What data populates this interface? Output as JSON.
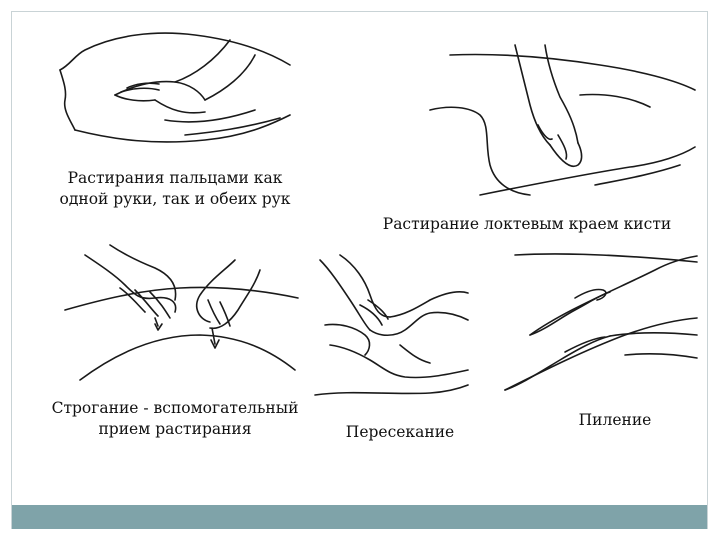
{
  "captions": {
    "fingers_rubbing": [
      "Растирания пальцами как",
      "одной руки, так и обеих рук"
    ],
    "ulnar_edge_rubbing": "Растирание локтевым краем кисти",
    "planing": [
      "Строгание - вспомогательный",
      "прием растирания"
    ],
    "crossing": "Пересекание",
    "sawing": "Пиление"
  },
  "colors": {
    "bottom_bar": "#7fa3a9",
    "frame_border": "#c9d3d6",
    "line_art": "#1a1a1a"
  }
}
